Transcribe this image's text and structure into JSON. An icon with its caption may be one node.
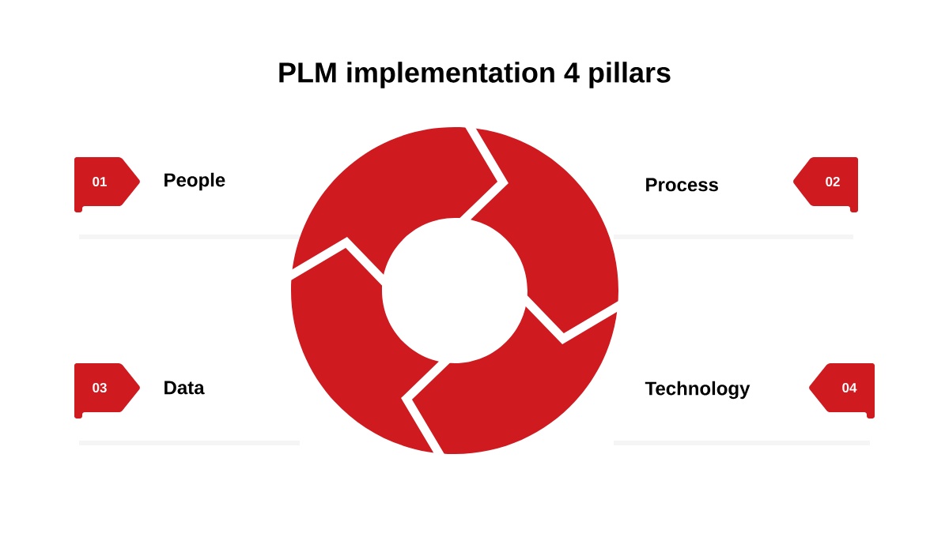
{
  "diagram": {
    "title": "PLM implementation 4 pillars",
    "nodes": [
      {
        "text": [
          "01",
          "People"
        ]
      },
      {
        "text": [
          "Process",
          "02"
        ]
      },
      {
        "text": [
          "03",
          "Data"
        ]
      },
      {
        "text": [
          "Technology",
          "04"
        ]
      }
    ]
  }
}
